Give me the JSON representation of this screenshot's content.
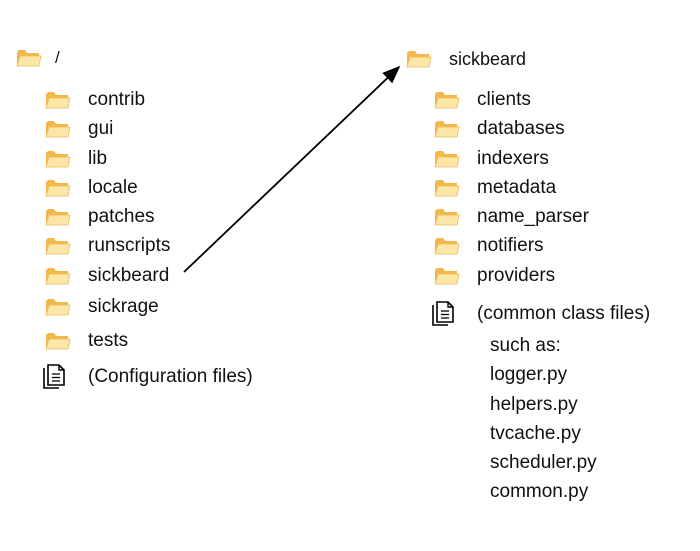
{
  "left_tree": {
    "root_label": "/",
    "folders": [
      "contrib",
      "gui",
      "lib",
      "locale",
      "patches",
      "runscripts",
      "sickbeard",
      "sickrage",
      "tests"
    ],
    "files_label": "(Configuration files)"
  },
  "right_tree": {
    "root_label": "sickbeard",
    "folders": [
      "clients",
      "databases",
      "indexers",
      "metadata",
      "name_parser",
      "notifiers",
      "providers"
    ],
    "files_label": "(common class files)",
    "examples_heading": "such as:",
    "examples": [
      "logger.py",
      "helpers.py",
      "tvcache.py",
      "scheduler.py",
      "common.py"
    ]
  },
  "icons": {
    "folder": "folder-icon",
    "files": "document-stack-icon"
  },
  "colors": {
    "folder_light": "#fde7a8",
    "folder_dark": "#f2b84a",
    "arrow": "#000000"
  }
}
